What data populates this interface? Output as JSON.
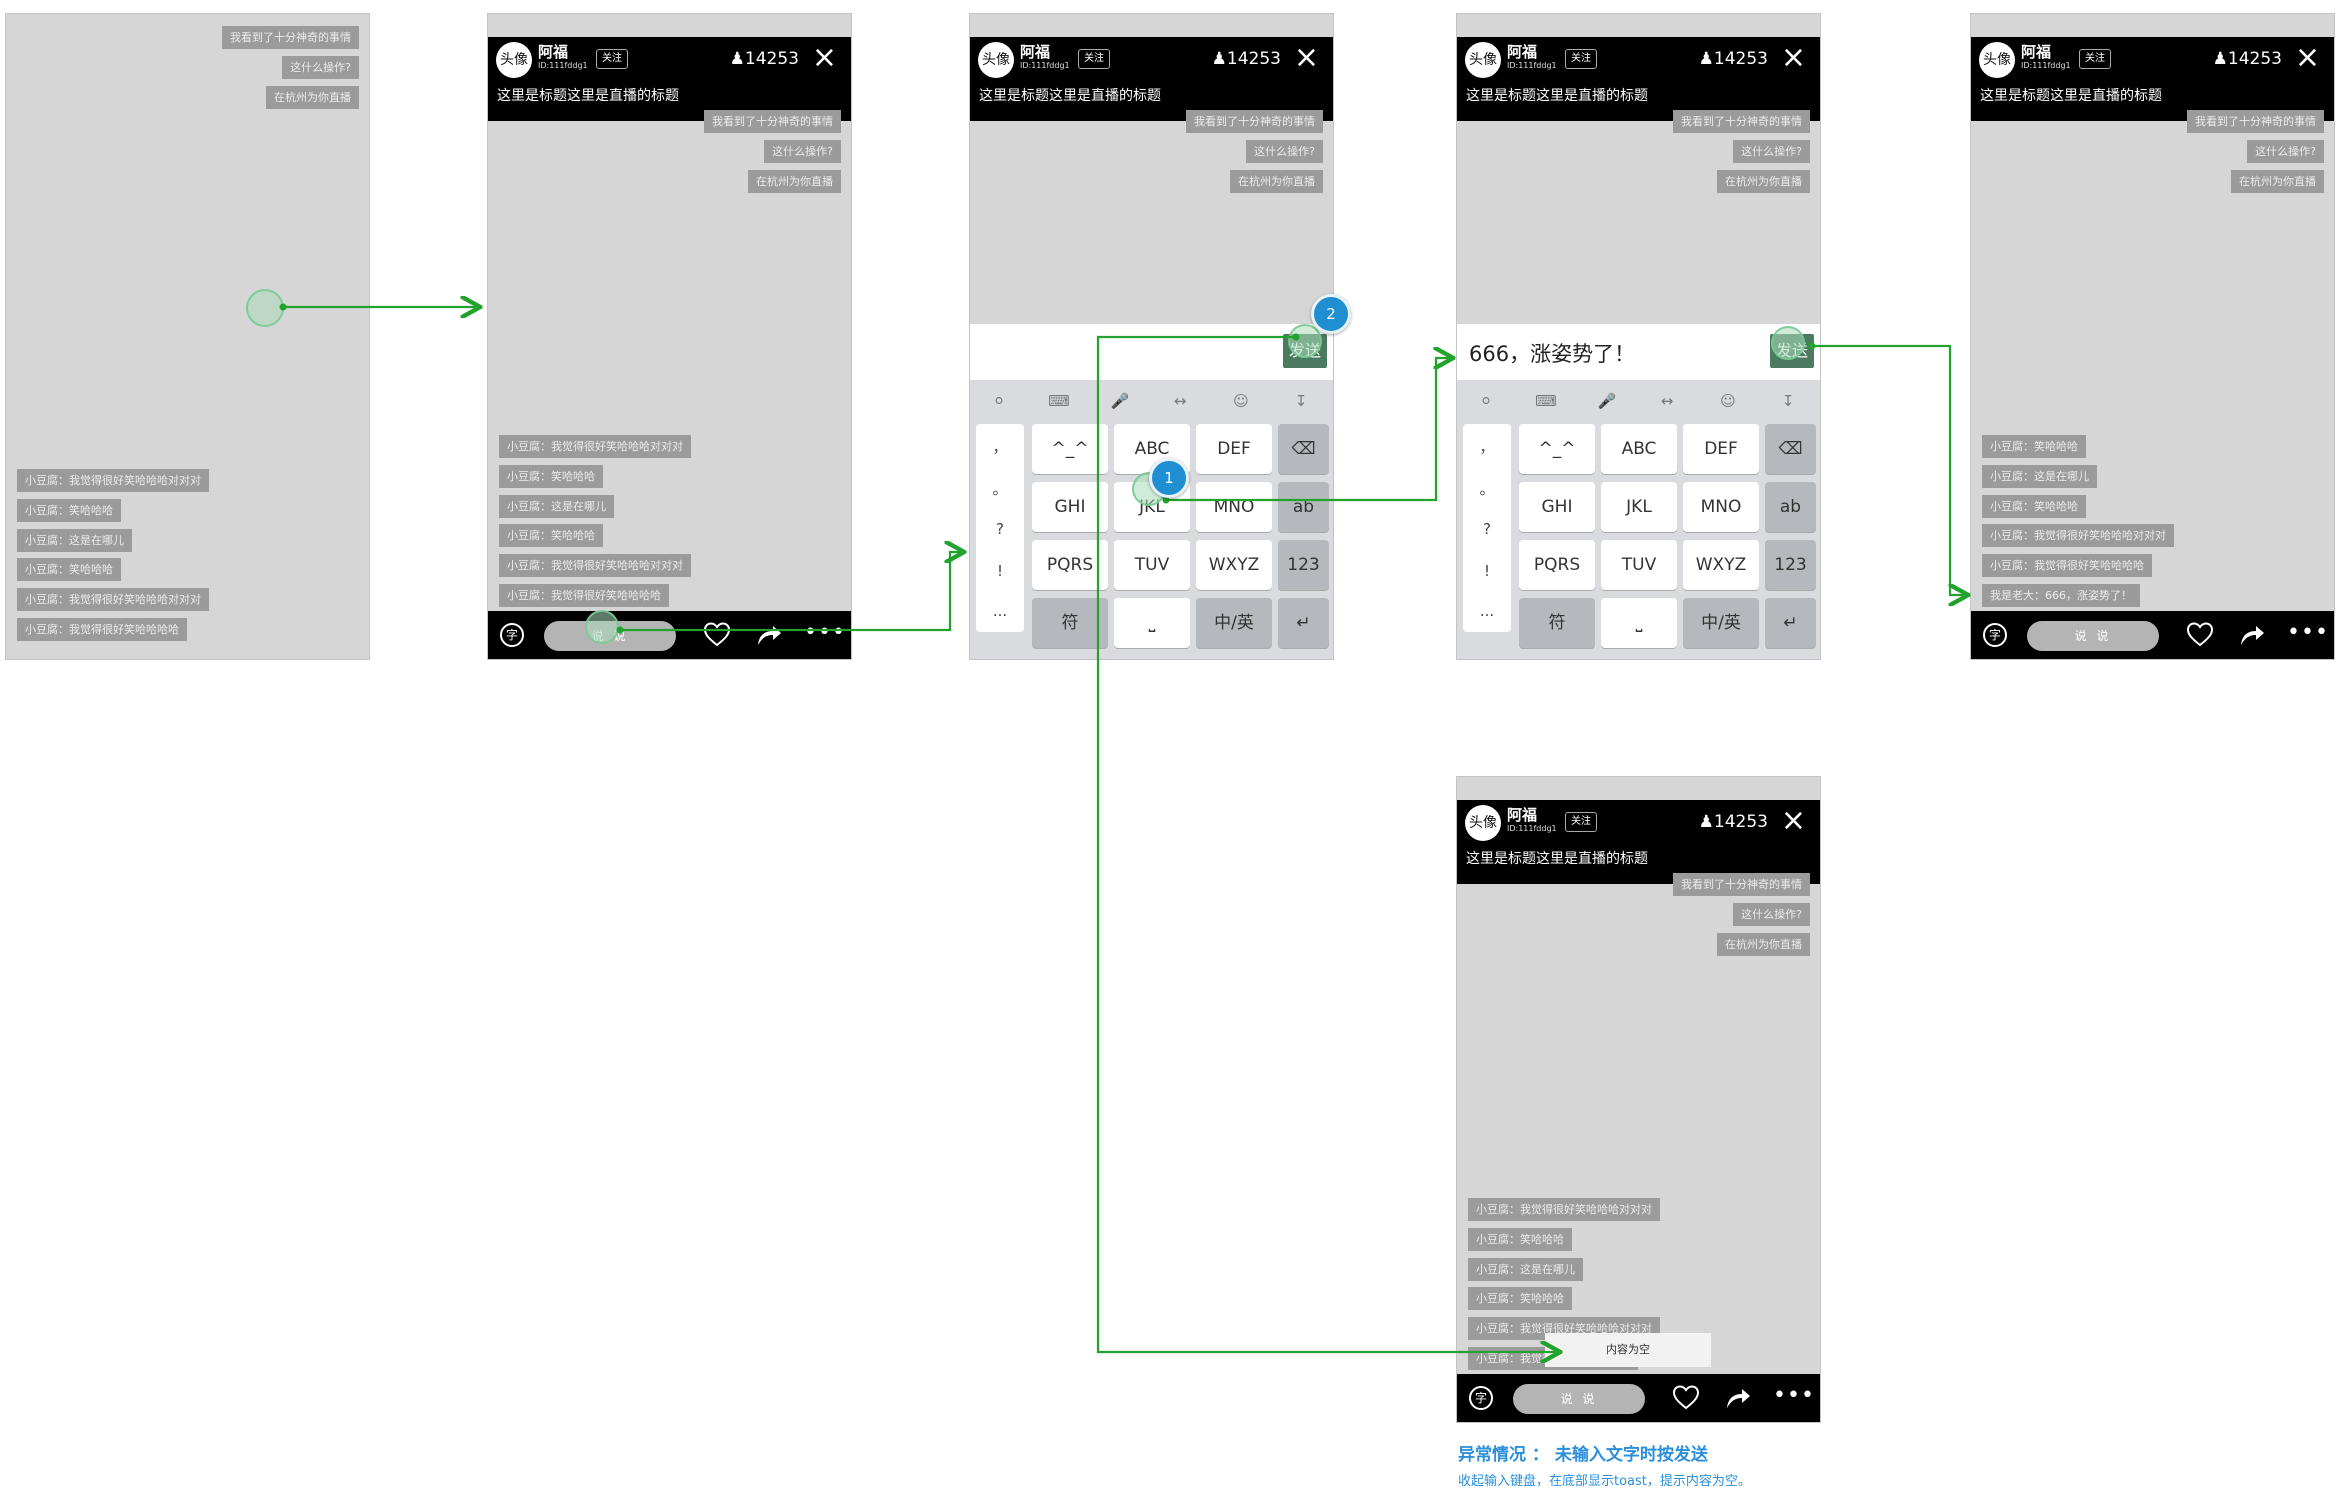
{
  "live": {
    "avatar": "头像",
    "username": "阿福",
    "user_id": "ID:111fddg1",
    "follow": "关注",
    "viewers": "14253",
    "title": "这里是标题这里是直播的标题",
    "close_icon": "×"
  },
  "top_messages": [
    "我看到了十分神奇的事情",
    "这什么操作?",
    "在杭州为你直播"
  ],
  "screen1_messages": [
    "小豆腐：我觉得很好笑哈哈哈对对对",
    "小豆腐：笑哈哈哈",
    "小豆腐：这是在哪儿",
    "小豆腐：笑哈哈哈",
    "小豆腐：我觉得很好笑哈哈哈对对对",
    "小豆腐：我觉得很好笑哈哈哈哈"
  ],
  "screen2_messages": [
    "小豆腐：我觉得很好笑哈哈哈对对对",
    "小豆腐：笑哈哈哈",
    "小豆腐：这是在哪儿",
    "小豆腐：笑哈哈哈",
    "小豆腐：我觉得很好笑哈哈哈对对对",
    "小豆腐：我觉得很好笑哈哈哈哈"
  ],
  "screen5_messages": [
    "小豆腐：笑哈哈哈",
    "小豆腐：这是在哪儿",
    "小豆腐：笑哈哈哈",
    "小豆腐：我觉得很好笑哈哈哈对对对",
    "小豆腐：我觉得很好笑哈哈哈哈",
    "我是老大：666，涨姿势了！"
  ],
  "screen6_messages": [
    "小豆腐：我觉得很好笑哈哈哈对对对",
    "小豆腐：笑哈哈哈",
    "小豆腐：这是在哪儿",
    "小豆腐：笑哈哈哈",
    "小豆腐：我觉得很好笑哈哈哈对对对",
    "小豆腐：我觉得很好笑哈哈哈哈"
  ],
  "bottom_bar": {
    "text_icon": "字",
    "say_placeholder": "说 说",
    "more_icon": "•••"
  },
  "input": {
    "typed_text": "666，涨姿势了！",
    "send_label": "发送"
  },
  "keyboard": {
    "punct_keys": [
      "，",
      "。",
      "?",
      "!",
      "..."
    ],
    "rows": [
      [
        "^_^",
        "ABC",
        "DEF",
        "⌫"
      ],
      [
        "GHI",
        "JKL",
        "MNO",
        "ab"
      ],
      [
        "PQRS",
        "TUV",
        "WXYZ",
        "123"
      ],
      [
        "符",
        "⎵",
        "中/英",
        "↵"
      ]
    ]
  },
  "steps": {
    "step1": "1",
    "step2": "2"
  },
  "toast": "内容为空",
  "exception": {
    "title": "异常情况 ： 未输入文字时按发送",
    "desc": "收起输入键盘，在底部显示toast，提示内容为空。"
  }
}
